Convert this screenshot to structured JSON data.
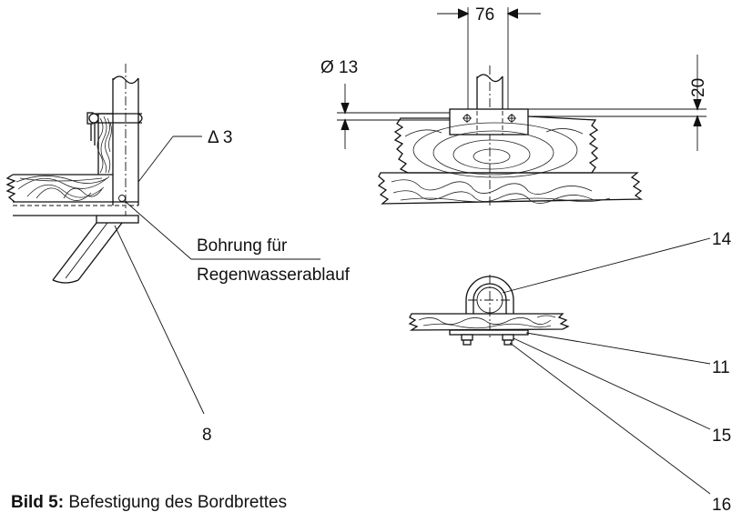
{
  "dimensions": {
    "width_76": "76",
    "height_20": "20",
    "diameter_13": "Ø 13",
    "gap_3": "Δ 3"
  },
  "labels": {
    "bohrung_line1": "Bohrung für",
    "bohrung_line2": "Regenwasserablauf",
    "part_8": "8",
    "part_11": "11",
    "part_14": "14",
    "part_15": "15",
    "part_16": "16"
  },
  "caption": {
    "bold": "Bild 5:",
    "text": " Befestigung des Bordbrettes"
  }
}
